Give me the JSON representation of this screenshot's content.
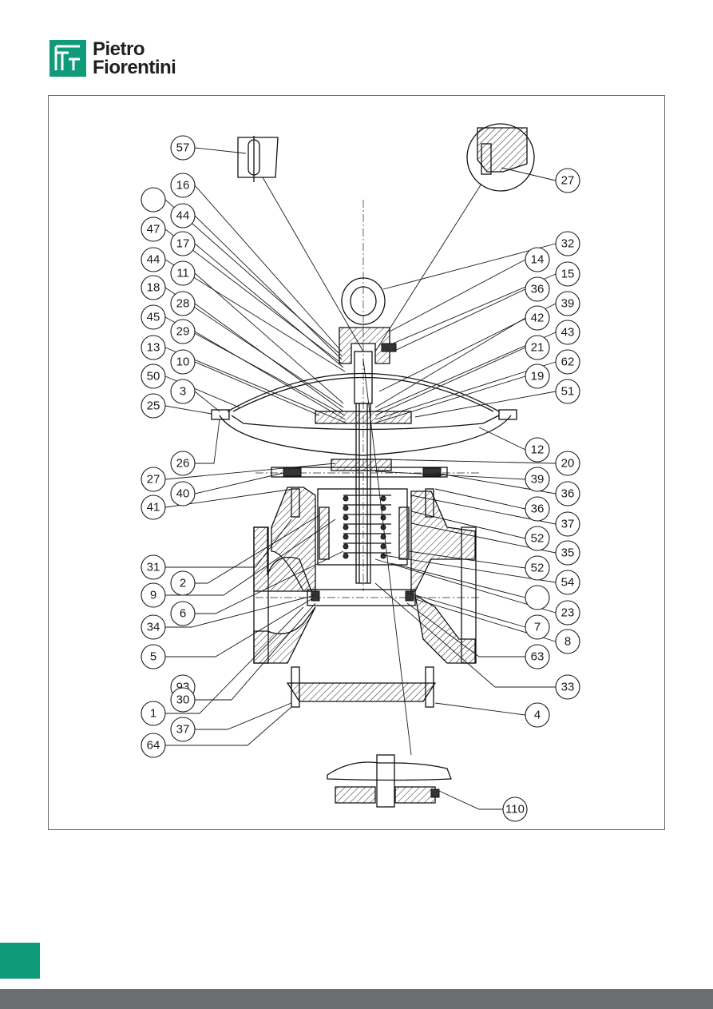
{
  "brand": {
    "name_line1": "Pietro",
    "name_line2": "Fiorentini",
    "logo_color": "#0f9b7a"
  },
  "footer": {
    "bar_color": "#6d6e70",
    "tab_color": "#0f9b7a"
  },
  "diagram": {
    "callouts": [
      "57",
      "16",
      "",
      "44",
      "47",
      "17",
      "44",
      "11",
      "18",
      "28",
      "45",
      "29",
      "13",
      "10",
      "50",
      "3",
      "25",
      "26",
      "27",
      "40",
      "41",
      "31",
      "2",
      "9",
      "6",
      "34",
      "5",
      "93",
      "30",
      "1",
      "37",
      "64",
      "27",
      "32",
      "14",
      "15",
      "36",
      "39",
      "42",
      "43",
      "21",
      "62",
      "19",
      "51",
      "12",
      "20",
      "39",
      "36",
      "36",
      "37",
      "52",
      "35",
      "52",
      "54",
      "",
      "23",
      "7",
      "8",
      "63",
      "33",
      "4",
      "110"
    ]
  }
}
